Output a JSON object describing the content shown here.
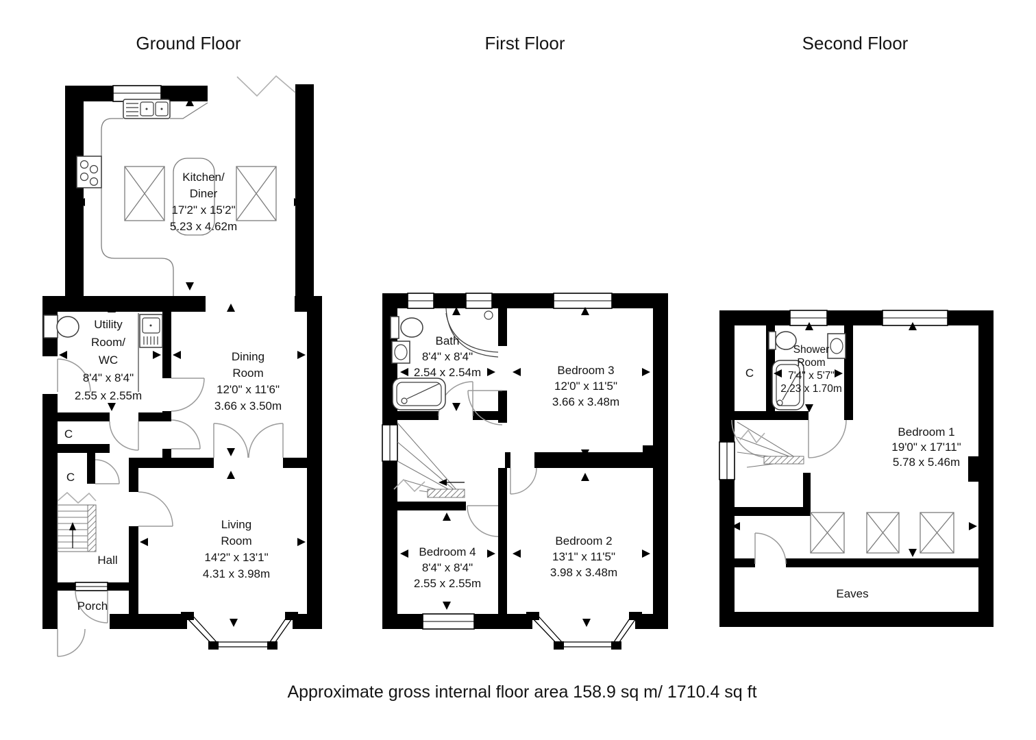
{
  "caption": "Approximate gross internal floor area 158.9 sq m/ 1710.4 sq ft",
  "ground": {
    "title": "Ground Floor",
    "kitchen": {
      "name1": "Kitchen/",
      "name2": "Diner",
      "size_ft": "17'2\" x 15'2\"",
      "size_m": "5.23 x 4.62m"
    },
    "utility": {
      "name1": "Utility",
      "name2": "Room/",
      "name3": "WC",
      "size_ft": "8'4\" x 8'4\"",
      "size_m": "2.55 x 2.55m"
    },
    "dining": {
      "name1": "Dining",
      "name2": "Room",
      "size_ft": "12'0\" x 11'6\"",
      "size_m": "3.66 x 3.50m"
    },
    "living": {
      "name1": "Living",
      "name2": "Room",
      "size_ft": "14'2\" x 13'1\"",
      "size_m": "4.31 x 3.98m"
    },
    "hall": "Hall",
    "porch": "Porch",
    "cupboard1": "C",
    "cupboard2": "C"
  },
  "first": {
    "title": "First Floor",
    "bath": {
      "name1": "Bath",
      "size_ft": "8'4\" x 8'4\"",
      "size_m": "2.54 x 2.54m"
    },
    "bedroom3": {
      "name1": "Bedroom 3",
      "size_ft": "12'0\" x 11'5\"",
      "size_m": "3.66 x 3.48m"
    },
    "bedroom4": {
      "name1": "Bedroom 4",
      "size_ft": "8'4\" x 8'4\"",
      "size_m": "2.55 x 2.55m"
    },
    "bedroom2": {
      "name1": "Bedroom 2",
      "size_ft": "13'1\" x 11'5\"",
      "size_m": "3.98 x 3.48m"
    }
  },
  "second": {
    "title": "Second Floor",
    "cupboard": "C",
    "shower": {
      "name1": "Shower",
      "name2": "Room",
      "size_ft": "7'4\" x 5'7\"",
      "size_m": "2.23 x 1.70m"
    },
    "bedroom1": {
      "name1": "Bedroom 1",
      "size_ft": "19'0\" x 17'11\"",
      "size_m": "5.78 x 5.46m"
    },
    "eaves": "Eaves"
  }
}
